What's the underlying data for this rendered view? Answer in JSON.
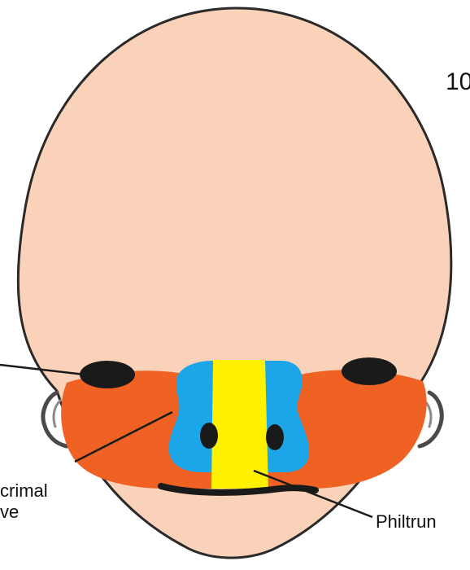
{
  "diagram": {
    "figure_number": "10",
    "labels": {
      "lacrimal_line1": "crimal",
      "lacrimal_line2": "ve",
      "philtrum": "Philtrun"
    }
  },
  "colors": {
    "skin": "#FAD2B9",
    "outline": "#2a2a2a",
    "maxillary": "#F06124",
    "lateral_nasal": "#1AA6E8",
    "medial_nasal": "#FFF200",
    "eye": "#1a1a1a"
  }
}
